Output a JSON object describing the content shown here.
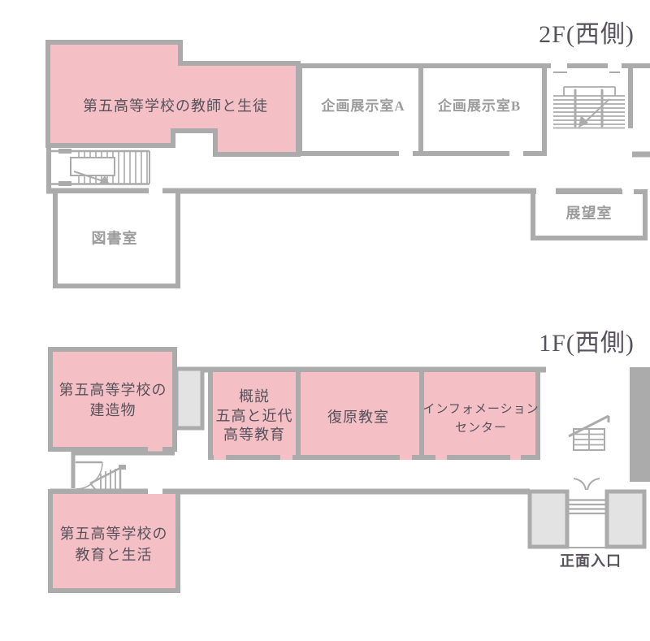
{
  "colors": {
    "wall": "#ABABAB",
    "room_pink": "#F5BFC6",
    "light_fill": "#E3E3E3",
    "text_dark": "#56525B",
    "text_gray": "#9C9C9C",
    "background": "#FFFFFF"
  },
  "floor2": {
    "title": "2F(西側)",
    "rooms": {
      "teachers_students": {
        "label": "第五高等学校の教師と生徒"
      },
      "special_exhibition_a": {
        "label": "企画展示室A"
      },
      "special_exhibition_b": {
        "label": "企画展示室B"
      },
      "library": {
        "label": "図書室"
      },
      "observation": {
        "label": "展望室"
      }
    }
  },
  "floor1": {
    "title": "1F(西側)",
    "rooms": {
      "buildings": {
        "lines": [
          "第五高等学校の",
          "建造物"
        ]
      },
      "overview": {
        "lines": [
          "概説",
          "五高と近代",
          "高等教育"
        ]
      },
      "restored_classroom": {
        "label": "復原教室"
      },
      "information_center": {
        "lines": [
          "インフォメーション",
          "センター"
        ]
      },
      "education_life": {
        "lines": [
          "第五高等学校の",
          "教育と生活"
        ]
      },
      "main_entrance": {
        "label": "正面入口"
      }
    }
  }
}
